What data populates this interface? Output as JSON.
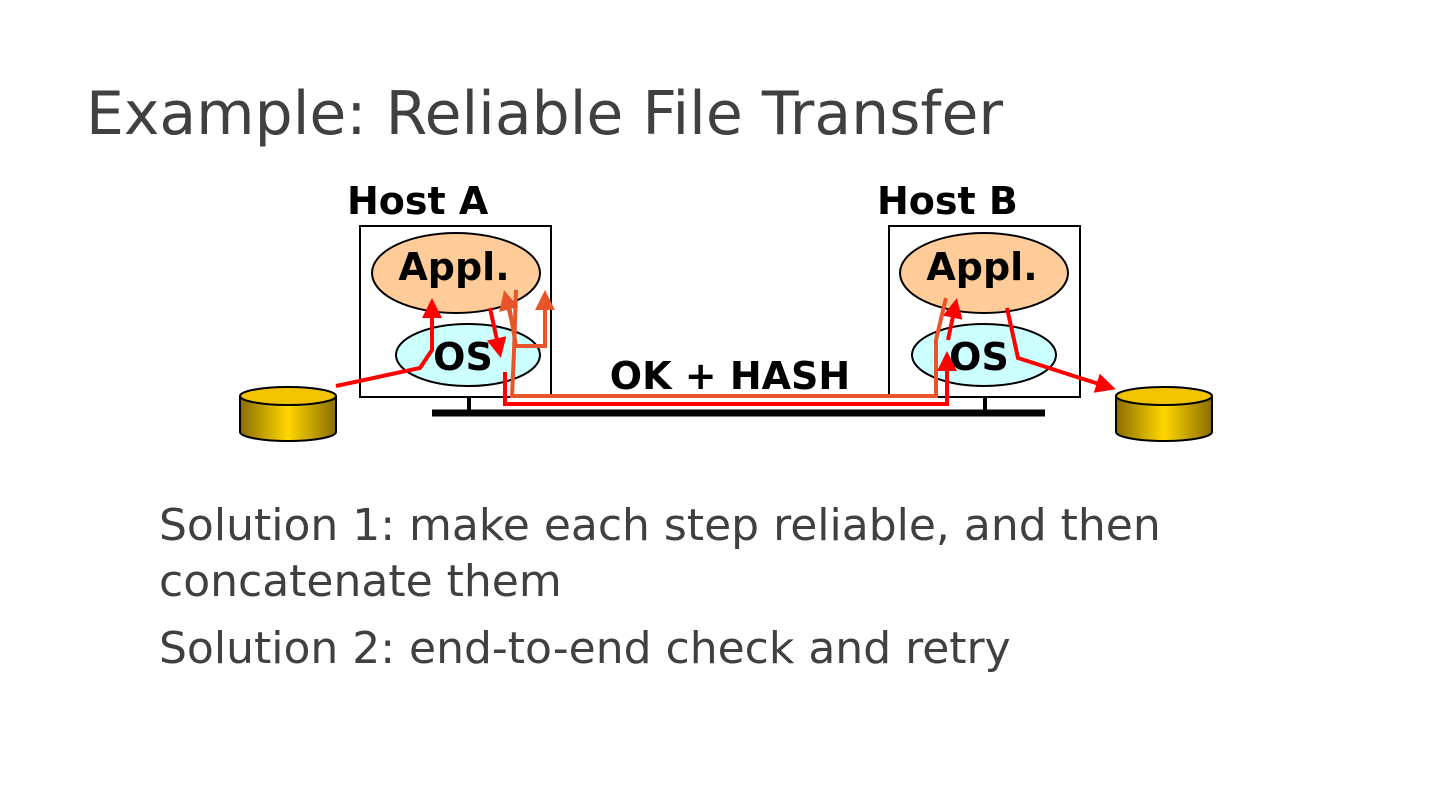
{
  "slide": {
    "title": "Example: Reliable File Transfer"
  },
  "diagram": {
    "host_a": {
      "label": "Host A",
      "app_label": "Appl.",
      "os_label": "OS"
    },
    "host_b": {
      "label": "Host B",
      "app_label": "Appl.",
      "os_label": "OS"
    },
    "message_label": "OK + HASH",
    "colors": {
      "app_fill": "#FFCC99",
      "os_fill": "#CCFFFF",
      "data_path": "#FF0000",
      "ack_path": "#E8552B",
      "disk_gold": "#F2C400",
      "disk_dark": "#8A6D00"
    }
  },
  "bullets": [
    "Solution 1: make each step reliable, and then concatenate them",
    "Solution 2: end-to-end check and retry"
  ]
}
